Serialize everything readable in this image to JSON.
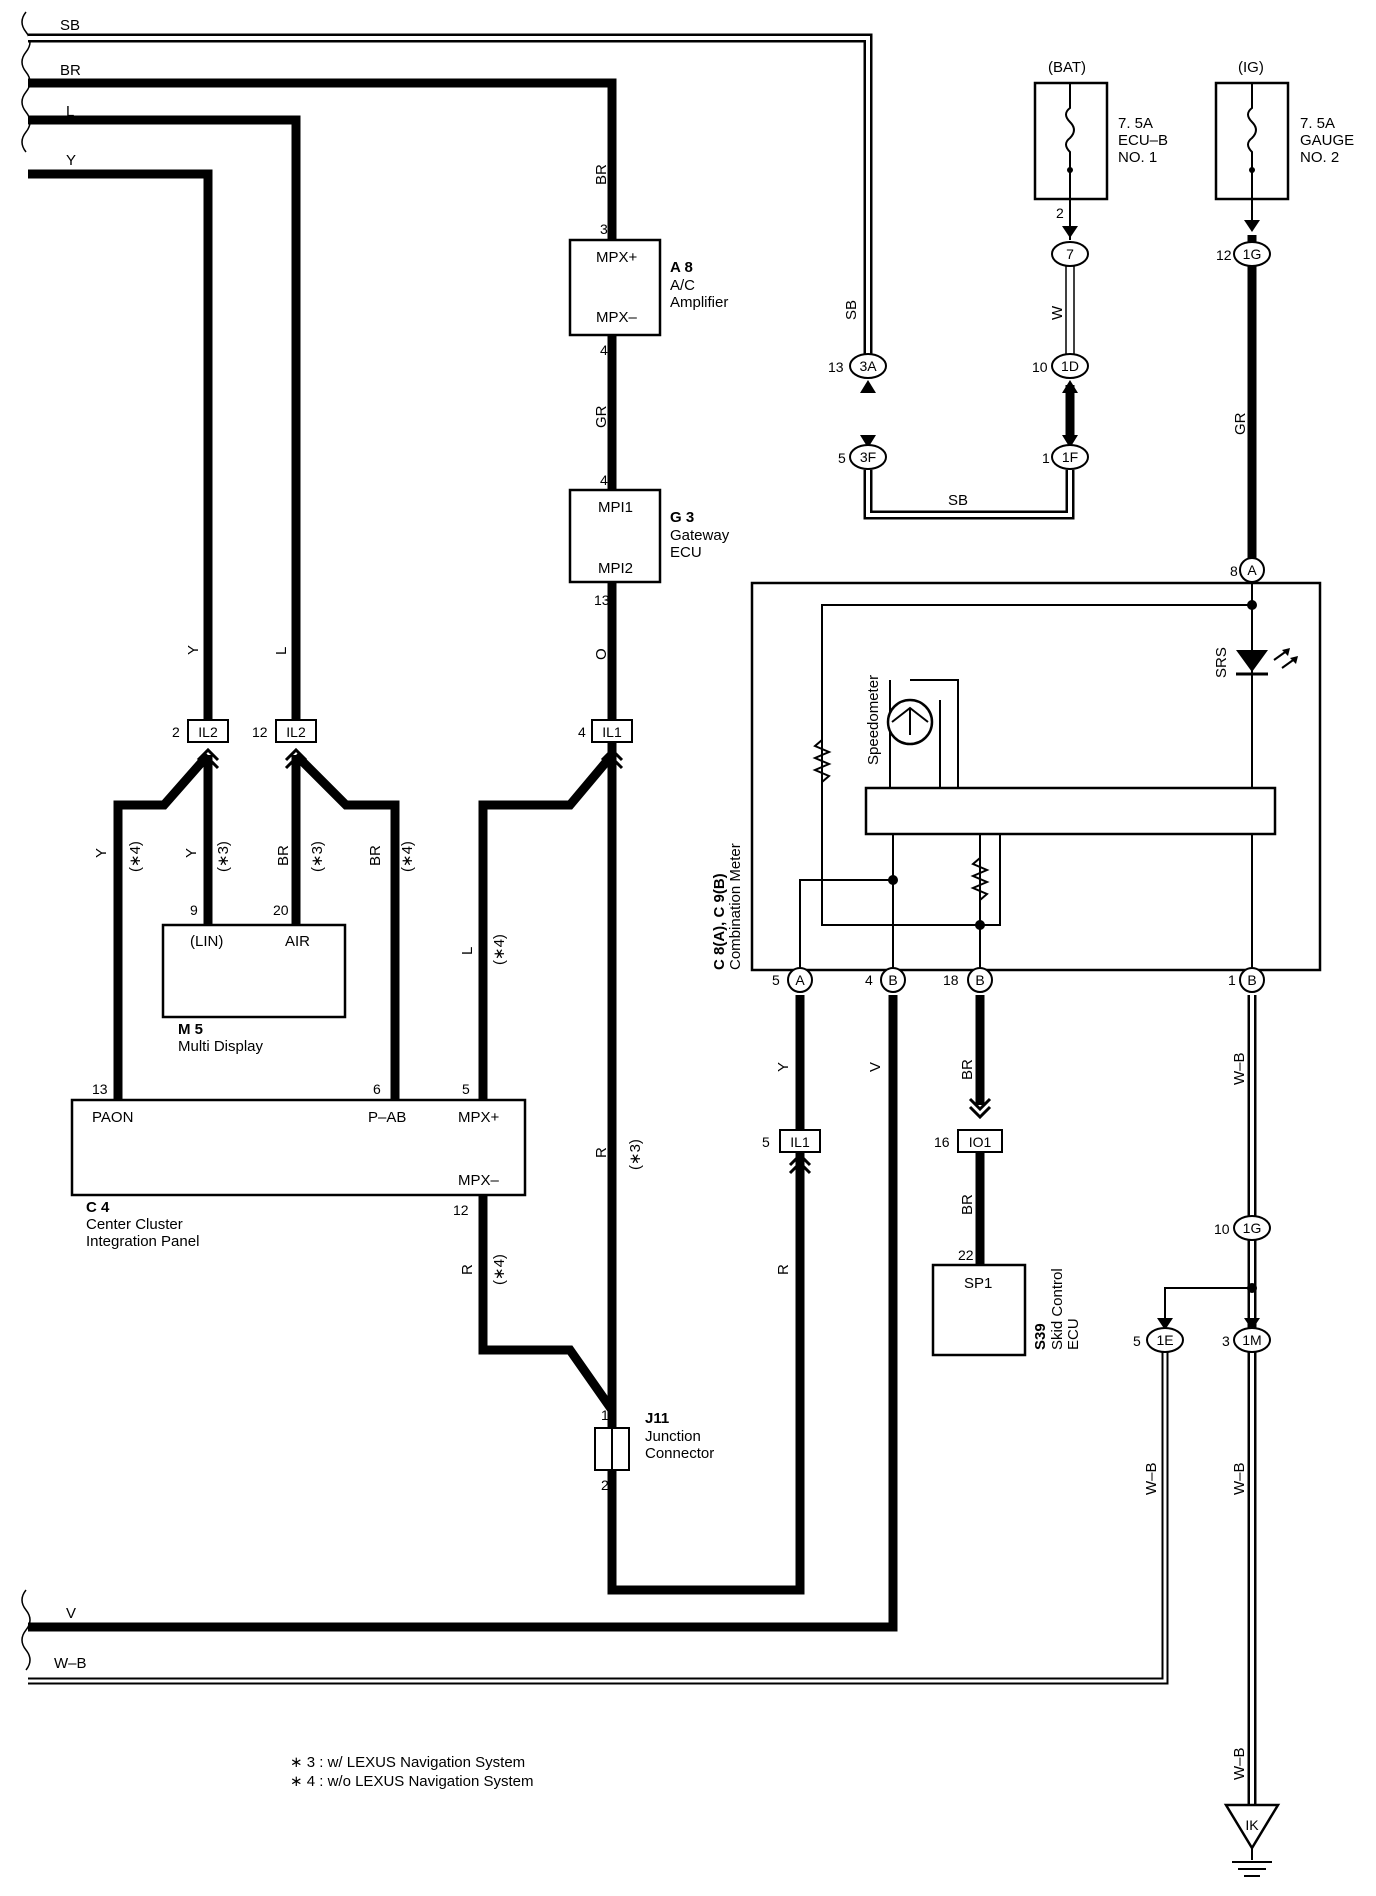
{
  "wires": {
    "sb": "SB",
    "br": "BR",
    "l": "L",
    "y": "Y",
    "v": "V",
    "wb": "W–B",
    "gr": "GR",
    "o": "O",
    "r": "R",
    "w": "W"
  },
  "fuses": {
    "bat": {
      "source": "(BAT)",
      "rating": "7. 5A",
      "name": "ECU–B",
      "no": "NO. 1"
    },
    "ig": {
      "source": "(IG)",
      "rating": "7. 5A",
      "name": "GAUGE",
      "no": "NO. 2"
    }
  },
  "pins": {
    "p1": "1",
    "p2": "2",
    "p3": "3",
    "p4": "4",
    "p5": "5",
    "p6": "6",
    "p8": "8",
    "p9": "9",
    "p10": "10",
    "p12": "12",
    "p13": "13",
    "p16": "16",
    "p18": "18",
    "p20": "20",
    "p22": "22"
  },
  "connectors": {
    "c7": "7",
    "c1g": "1G",
    "c3a": "3A",
    "c1d": "1D",
    "c3f": "3F",
    "c1f": "1F",
    "ca": "A",
    "cb": "B",
    "c1e": "1E",
    "c1m": "1M",
    "il1": "IL1",
    "il2": "IL2",
    "io1": "IO1",
    "ik": "IK"
  },
  "components": {
    "a8": {
      "code": "A 8",
      "name1": "A/C",
      "name2": "Amplifier",
      "t1": "MPX+",
      "t2": "MPX–"
    },
    "g3": {
      "code": "G 3",
      "name1": "Gateway",
      "name2": "ECU",
      "t1": "MPI1",
      "t2": "MPI2"
    },
    "m5": {
      "code": "M 5",
      "name1": "Multi Display",
      "t1": "(LIN)",
      "t2": "AIR"
    },
    "c4": {
      "code": "C 4",
      "name1": "Center Cluster",
      "name2": "Integration Panel",
      "t1": "PAON",
      "t2": "P–AB",
      "t3": "MPX+",
      "t4": "MPX–"
    },
    "j11": {
      "code": "J11",
      "name1": "Junction",
      "name2": "Connector"
    },
    "s39": {
      "code": "S39",
      "name1": "Skid Control",
      "name2": "ECU",
      "t1": "SP1"
    },
    "meter": {
      "code": "C 8(A), C 9(B)",
      "name1": "Combination Meter",
      "speedometer": "Speedometer",
      "srs": "SRS"
    }
  },
  "notes": {
    "mark3": "(∗3)",
    "mark4": "(∗4)",
    "note3": "∗ 3 : w/ LEXUS Navigation System",
    "note4": "∗ 4 : w/o LEXUS Navigation System"
  }
}
